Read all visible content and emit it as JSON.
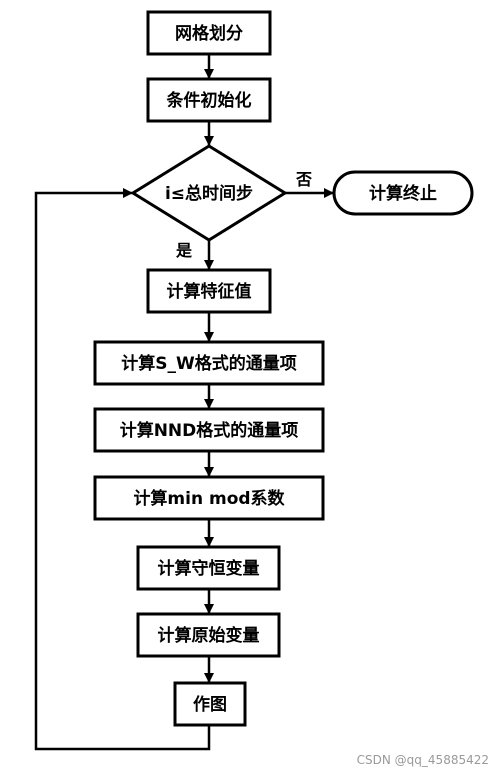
{
  "nodes": {
    "mesh": "网格划分",
    "init": "条件初始化",
    "cond": "i≤总时间步",
    "end": "计算终止",
    "eigen": "计算特征值",
    "sw_flux": "计算S_W格式的通量项",
    "nnd_flux": "计算NND格式的通量项",
    "minmod": "计算min mod系数",
    "conserved": "计算守恒变量",
    "primitive": "计算原始变量",
    "plot": "作图"
  },
  "edges": {
    "no": "否",
    "yes": "是"
  },
  "watermark": "CSDN @qq_45885422"
}
